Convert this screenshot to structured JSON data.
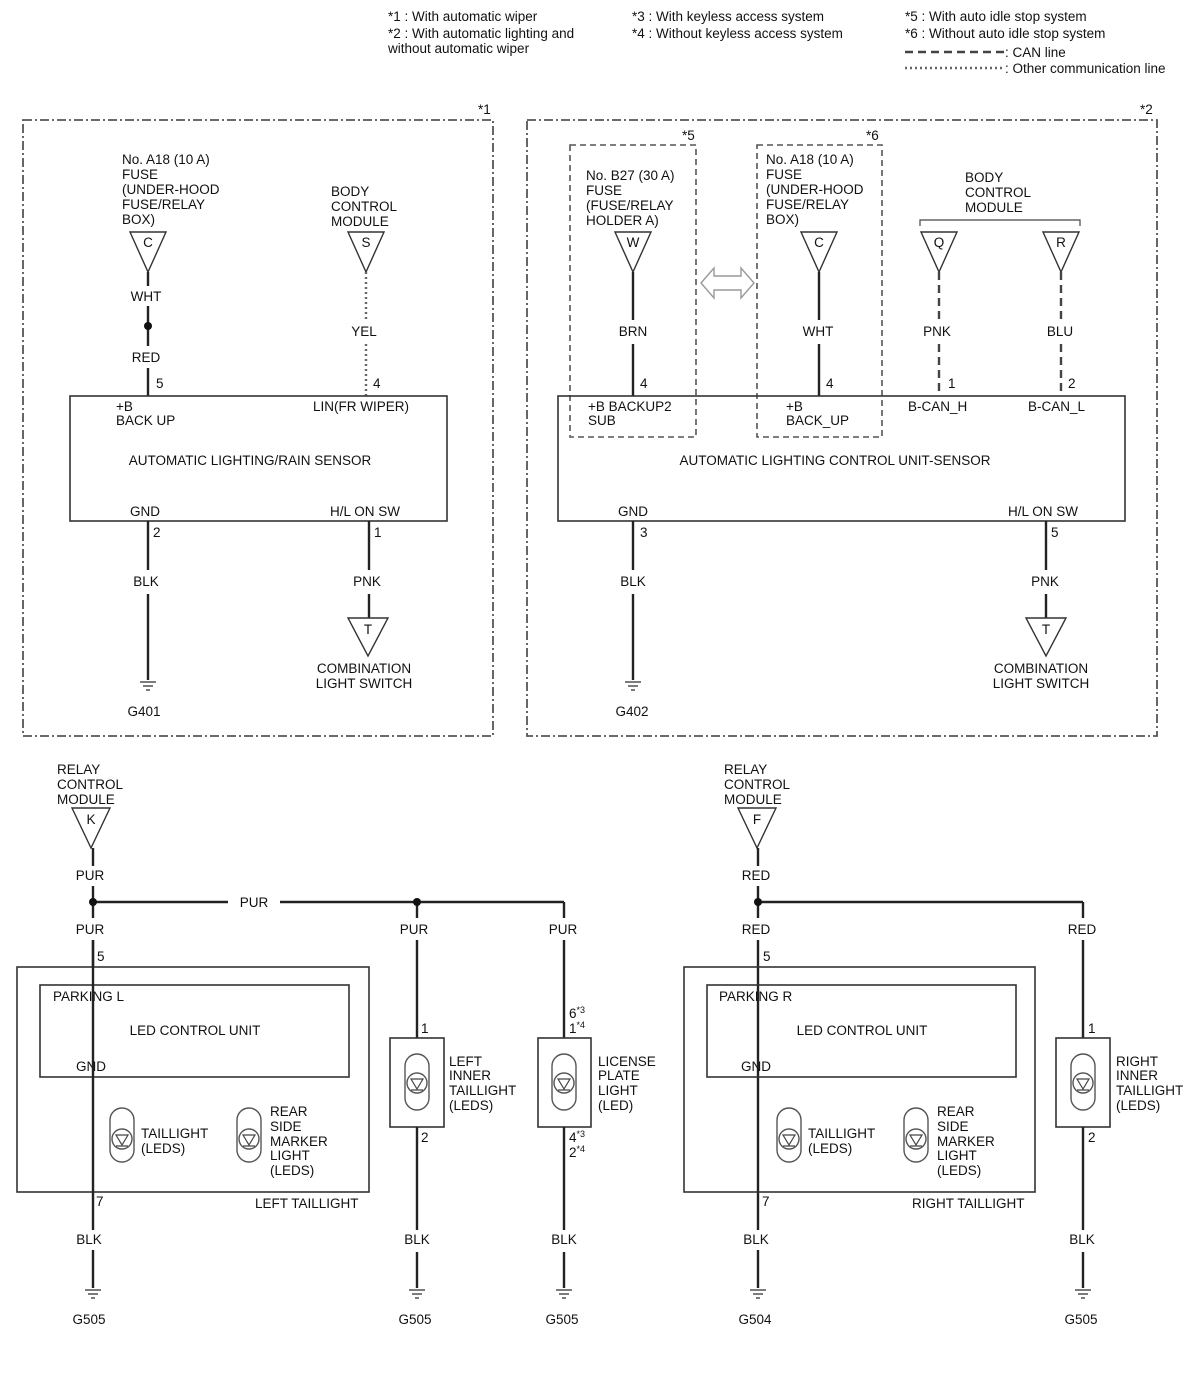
{
  "legend": {
    "n1": "*1 : With automatic wiper",
    "n2a": "*2 : With automatic lighting and",
    "n2b": "without automatic wiper",
    "n3": "*3 : With keyless access system",
    "n4": "*4 : Without keyless access system",
    "n5": "*5 : With auto idle stop system",
    "n6": "*6 : Without auto idle stop system",
    "can": ": CAN line",
    "other": ": Other communication line"
  },
  "panel1": {
    "tag": "*1",
    "fuse": [
      "No. A18 (10 A)",
      "FUSE",
      "(UNDER-HOOD",
      "FUSE/RELAY",
      "BOX)"
    ],
    "fuse_term": "C",
    "bcm": [
      "BODY",
      "CONTROL",
      "MODULE"
    ],
    "bcm_term": "S",
    "wire_wht": "WHT",
    "wire_red": "RED",
    "wire_yel": "YEL",
    "pin_b": "5",
    "pin_lin": "4",
    "lbl_b": [
      "+B",
      "BACK UP"
    ],
    "lbl_lin": "LIN(FR WIPER)",
    "unit": "AUTOMATIC LIGHTING/RAIN SENSOR",
    "lbl_gnd": "GND",
    "lbl_hl": "H/L ON SW",
    "pin_gnd": "2",
    "pin_hl": "1",
    "wire_blk": "BLK",
    "wire_pnk": "PNK",
    "sw_term": "T",
    "sw": [
      "COMBINATION",
      "LIGHT SWITCH"
    ],
    "ground": "G401"
  },
  "panel2": {
    "tag": "*2",
    "tag5": "*5",
    "tag6": "*6",
    "fuse_w": [
      "No. B27 (30 A)",
      "FUSE",
      "(FUSE/RELAY",
      "HOLDER A)"
    ],
    "term_w": "W",
    "fuse_c": [
      "No. A18 (10 A)",
      "FUSE",
      "(UNDER-HOOD",
      "FUSE/RELAY",
      "BOX)"
    ],
    "term_c": "C",
    "bcm": [
      "BODY",
      "CONTROL",
      "MODULE"
    ],
    "term_q": "Q",
    "term_r": "R",
    "wire_brn": "BRN",
    "wire_wht": "WHT",
    "wire_pnk": "PNK",
    "wire_blu": "BLU",
    "pin_w": "4",
    "pin_c": "4",
    "pin_q": "1",
    "pin_r": "2",
    "lbl_b2": [
      "+B BACKUP2",
      "SUB"
    ],
    "lbl_b": [
      "+B",
      "BACK_UP"
    ],
    "lbl_canh": "B-CAN_H",
    "lbl_canl": "B-CAN_L",
    "unit": "AUTOMATIC LIGHTING CONTROL UNIT-SENSOR",
    "lbl_gnd": "GND",
    "lbl_hl": "H/L ON SW",
    "pin_gnd": "3",
    "pin_hl": "5",
    "wire_blk": "BLK",
    "wire_pnk2": "PNK",
    "sw_term": "T",
    "sw": [
      "COMBINATION",
      "LIGHT SWITCH"
    ],
    "ground": "G402"
  },
  "left": {
    "rcm": [
      "RELAY",
      "CONTROL",
      "MODULE"
    ],
    "rcm_term": "K",
    "wire_top": "PUR",
    "wire_bus": "PUR",
    "wire_a": "PUR",
    "wire_b": "PUR",
    "wire_c": "PUR",
    "pin5": "5",
    "parking": "PARKING L",
    "led_unit": "LED CONTROL UNIT",
    "gnd": "GND",
    "tail": [
      "TAILLIGHT",
      "(LEDS)"
    ],
    "marker": [
      "REAR",
      "SIDE",
      "MARKER",
      "LIGHT",
      "(LEDS)"
    ],
    "assembly": "LEFT TAILLIGHT",
    "pin7": "7",
    "inner_pin1": "1",
    "inner_pin2": "2",
    "inner": [
      "LEFT",
      "INNER",
      "TAILLIGHT",
      "(LEDS)"
    ],
    "lic_pin_top": [
      "6",
      "1"
    ],
    "lic_pin_top_sup": [
      "*3",
      "*4"
    ],
    "lic_pin_bot": [
      "4",
      "2"
    ],
    "lic_pin_bot_sup": [
      "*3",
      "*4"
    ],
    "license": [
      "LICENSE",
      "PLATE",
      "LIGHT",
      "(LED)"
    ],
    "blk1": "BLK",
    "blk2": "BLK",
    "blk3": "BLK",
    "g1": "G505",
    "g2": "G505",
    "g3": "G505"
  },
  "right": {
    "rcm": [
      "RELAY",
      "CONTROL",
      "MODULE"
    ],
    "rcm_term": "F",
    "wire_top": "RED",
    "wire_a": "RED",
    "wire_b": "RED",
    "pin5": "5",
    "parking": "PARKING R",
    "led_unit": "LED CONTROL UNIT",
    "gnd": "GND",
    "tail": [
      "TAILLIGHT",
      "(LEDS)"
    ],
    "marker": [
      "REAR",
      "SIDE",
      "MARKER",
      "LIGHT",
      "(LEDS)"
    ],
    "assembly": "RIGHT TAILLIGHT",
    "pin7": "7",
    "inner_pin1": "1",
    "inner_pin2": "2",
    "inner": [
      "RIGHT",
      "INNER",
      "TAILLIGHT",
      "(LEDS)"
    ],
    "blk1": "BLK",
    "blk2": "BLK",
    "g1": "G504",
    "g2": "G505"
  }
}
